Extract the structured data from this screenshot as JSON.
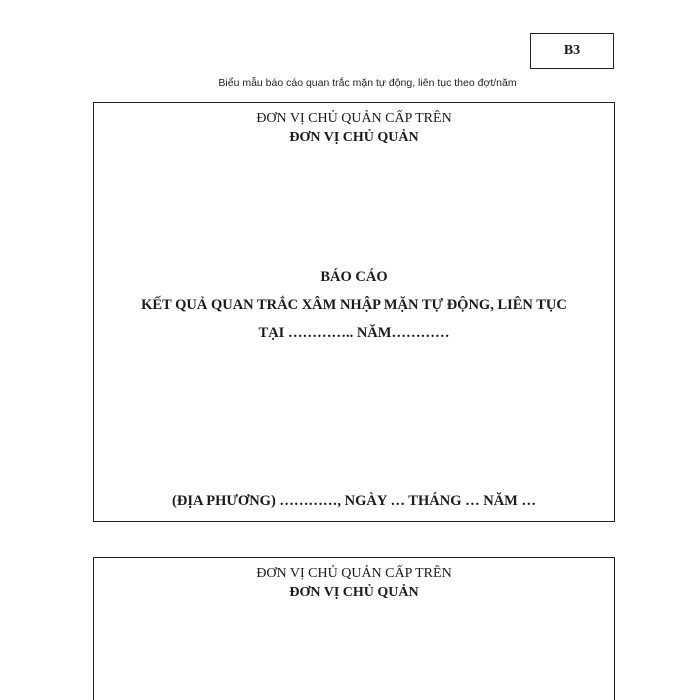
{
  "form_code": "B3",
  "form_caption": "Biểu mẫu báo cáo quan trắc mặn tự động, liên tục theo đợt/năm",
  "cover_page": {
    "superior_agency": "ĐƠN VỊ CHỦ QUẢN CẤP TRÊN",
    "managing_agency": "ĐƠN VỊ CHỦ QUẢN",
    "report_title": "BÁO CÁO",
    "report_subtitle": "KẾT QUẢ QUAN TRẮC XÂM NHẬP MẶN TỰ ĐỘNG, LIÊN TỤC",
    "location_year": "TẠI ………….. NĂM…………",
    "place_date": "(ĐỊA PHƯƠNG) …………, NGÀY … THÁNG … NĂM …"
  },
  "second_page": {
    "superior_agency": "ĐƠN VỊ CHỦ QUẢN CẤP TRÊN",
    "managing_agency": "ĐƠN VỊ CHỦ QUẢN"
  }
}
